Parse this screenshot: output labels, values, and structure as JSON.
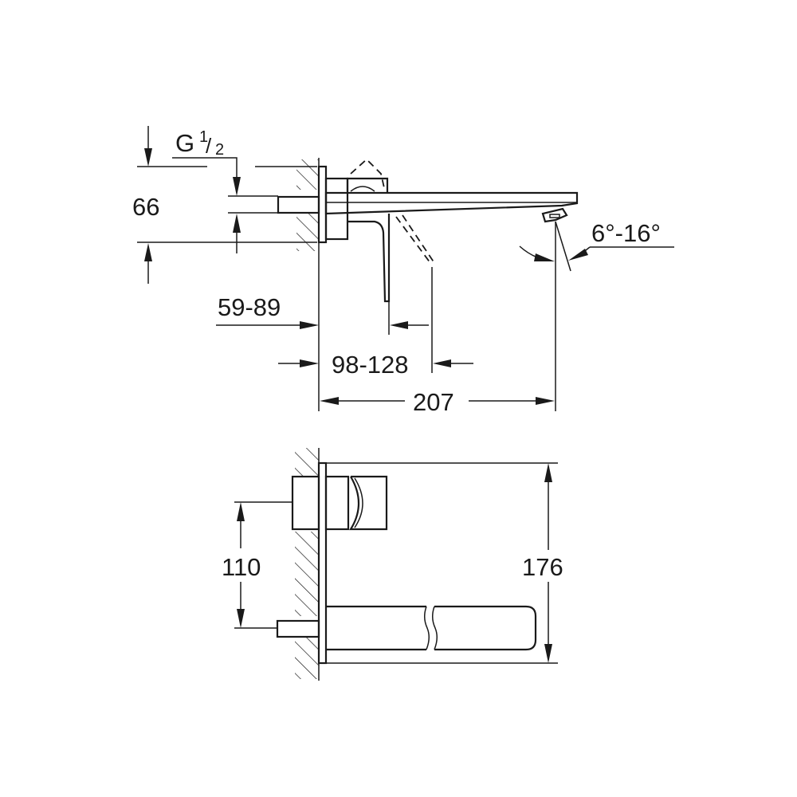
{
  "drawing": {
    "title": "Wall-mounted basin mixer dimension drawing",
    "side_view": {
      "thread_label_main": "G",
      "thread_label_num": "1",
      "thread_label_den": "2",
      "dim_height_rosette": "66",
      "dim_wall_depth": "59-89",
      "dim_handle_reach": "98-128",
      "dim_spout_projection": "207",
      "dim_spout_angle": "6°-16°"
    },
    "top_view": {
      "dim_center_distance": "110",
      "dim_plate_height": "176"
    },
    "colors": {
      "line": "#1a1a1a",
      "background": "#ffffff"
    }
  }
}
